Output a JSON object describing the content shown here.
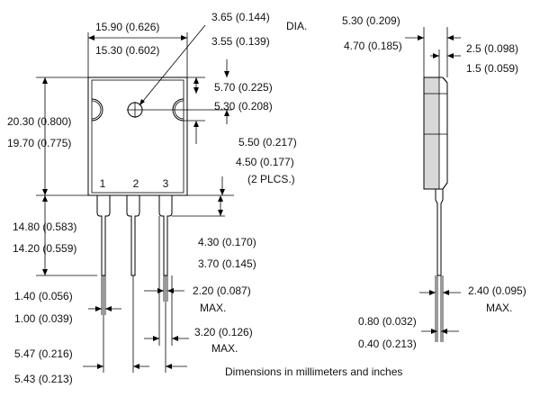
{
  "title": "",
  "colors": {
    "ink": "#000000",
    "background": "#ffffff",
    "body_fill": "#ffffff",
    "side_shade": "#d8d8d8"
  },
  "labels": {
    "width_max": "15.90 (0.626)",
    "width_min": "15.30 (0.602)",
    "hole_max": "3.65 (0.144)",
    "hole_min": "3.55 (0.139)",
    "hole_dia": "DIA.",
    "hole_pos_max": "5.70 (0.225)",
    "hole_pos_min": "5.30 (0.208)",
    "slot_max": "5.50 (0.217)",
    "slot_min": "4.50 (0.177)",
    "slot_note": "(2 PLCS.)",
    "height_max": "20.30 (0.800)",
    "height_min": "19.70 (0.775)",
    "lead_len_max": "14.80 (0.583)",
    "lead_len_min": "14.20 (0.559)",
    "shoulder_max": "4.30 (0.170)",
    "shoulder_min": "3.70 (0.145)",
    "lead_w_max": "1.40 (0.056)",
    "lead_w_min": "1.00 (0.039)",
    "lead_t_max": "2.20 (0.087)",
    "lead_t_max_note": "MAX.",
    "shoulder_w_max": "3.20 (0.126)",
    "shoulder_w_note": "MAX.",
    "pitch_max": "5.47 (0.216)",
    "pitch_min": "5.43 (0.213)",
    "pin1": "1",
    "pin2": "2",
    "pin3": "3",
    "side_thick_max": "5.30 (0.209)",
    "side_thick_min": "4.70 (0.185)",
    "tab_thick_max": "2.5 (0.098)",
    "tab_thick_min": "1.5 (0.059)",
    "side_lead_max": "2.40 (0.095)",
    "side_lead_note": "MAX.",
    "side_lead_t_max": "0.80 (0.032)",
    "side_lead_t_min": "0.40 (0.213)",
    "footer": "Dimensions in millimeters and inches"
  }
}
